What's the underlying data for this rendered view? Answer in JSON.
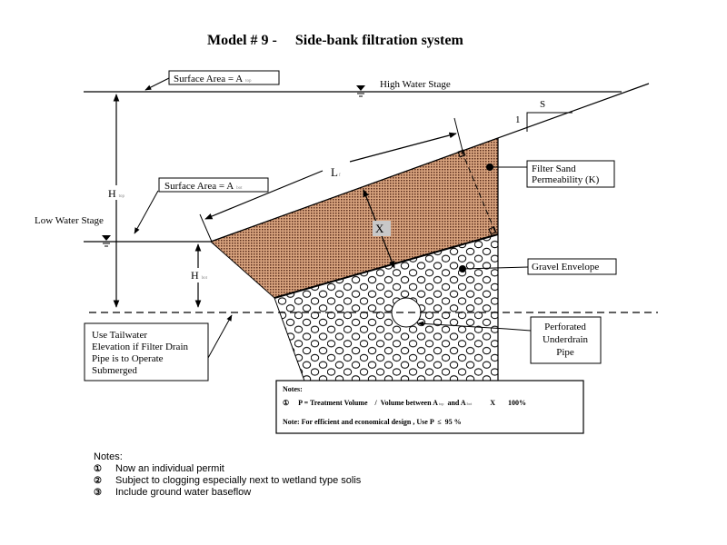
{
  "title": "Model # 9 -     Side-bank filtration system",
  "labels": {
    "surface_area_top": "Surface Area = A",
    "surface_area_top_sub": "top",
    "surface_area_bot": "Surface Area = A",
    "surface_area_bot_sub": "bot",
    "high_water_stage": "High Water Stage",
    "low_water_stage": "Low Water Stage",
    "h_top": "H",
    "h_top_sub": "top",
    "h_bot": "H",
    "h_bot_sub": "bot",
    "l_length": "L",
    "l_sub": "f",
    "x_thickness": "X",
    "slope_s": "S",
    "slope_1": "1",
    "filter_sand_line1": "Filter Sand",
    "filter_sand_line2": "Permeability (K)",
    "gravel_envelope": "Gravel Envelope",
    "underdrain_line1": "Perforated",
    "underdrain_line2": "Underdrain",
    "underdrain_line3": "Pipe",
    "tailwater_line1": "Use Tailwater",
    "tailwater_line2": "Elevation if Filter Drain",
    "tailwater_line3": "Pipe is to Operate",
    "tailwater_line4": "Submerged"
  },
  "formula_box": {
    "heading": "Notes:",
    "num": "①",
    "formula_prefix": "P = Treatment Volume",
    "formula_mid": "Volume between A",
    "sub_top": "top",
    "and": "and A",
    "sub_bot": "bot",
    "times": "X",
    "percent": "100%",
    "design_note": "Note:  For efficient and economical design , Use P",
    "le": "≤",
    "design_value": "95 %"
  },
  "notes": {
    "heading": "Notes:",
    "items": [
      {
        "num": "①",
        "text": "Now an individual permit"
      },
      {
        "num": "②",
        "text": "Subject to clogging especially next to wetland type solis"
      },
      {
        "num": "③",
        "text": "Include ground water baseflow"
      }
    ]
  },
  "colors": {
    "filter_sand": "#d9a47f",
    "filter_sand_dots": "#5a2e1c",
    "line": "#000000"
  }
}
